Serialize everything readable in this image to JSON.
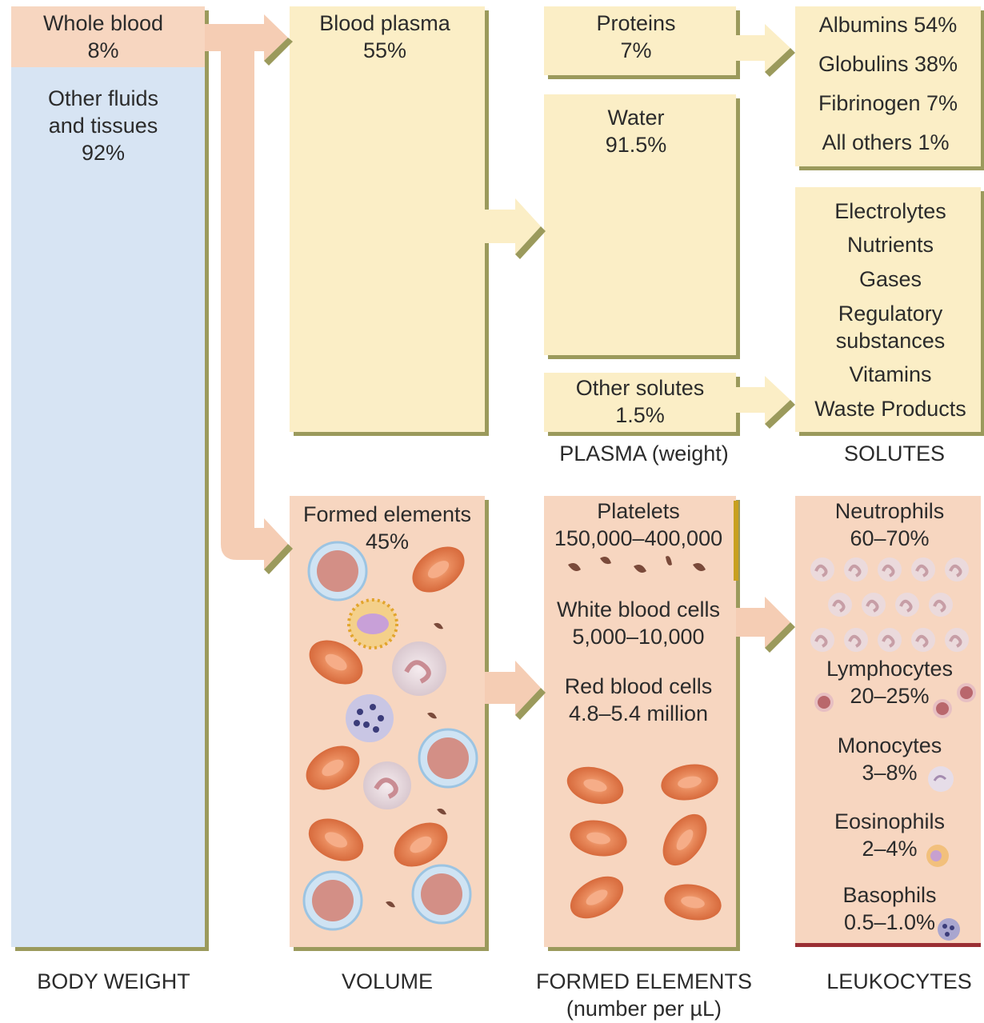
{
  "body_weight": {
    "whole_blood_label": "Whole blood",
    "whole_blood_pct": "8%",
    "other_line1": "Other fluids",
    "other_line2": "and tissues",
    "other_pct": "92%",
    "caption": "BODY WEIGHT"
  },
  "volume": {
    "plasma_label": "Blood plasma",
    "plasma_pct": "55%",
    "formed_label": "Formed elements",
    "formed_pct": "45%",
    "caption": "VOLUME"
  },
  "plasma": {
    "proteins_label": "Proteins",
    "proteins_pct": "7%",
    "water_label": "Water",
    "water_pct": "91.5%",
    "solutes_label": "Other solutes",
    "solutes_pct": "1.5%",
    "caption": "PLASMA (weight)"
  },
  "proteins_breakdown": [
    "Albumins 54%",
    "Globulins 38%",
    "Fibrinogen 7%",
    "All others 1%"
  ],
  "solutes": {
    "items": [
      "Electrolytes",
      "Nutrients",
      "Gases",
      "Regulatory",
      "substances",
      "Vitamins",
      "Waste Products"
    ],
    "caption": "SOLUTES"
  },
  "formed_elements": {
    "platelets_label": "Platelets",
    "platelets_count": "150,000–400,000",
    "wbc_label": "White blood cells",
    "wbc_count": "5,000–10,000",
    "rbc_label": "Red blood cells",
    "rbc_count": "4.8–5.4 million",
    "caption_line1": "FORMED ELEMENTS",
    "caption_line2": "(number per µL)"
  },
  "leukocytes": {
    "neutrophils_label": "Neutrophils",
    "neutrophils_pct": "60–70%",
    "lymphocytes_label": "Lymphocytes",
    "lymphocytes_pct": "20–25%",
    "monocytes_label": "Monocytes",
    "monocytes_pct": "3–8%",
    "eosinophils_label": "Eosinophils",
    "eosinophils_pct": "2–4%",
    "basophils_label": "Basophils",
    "basophils_pct": "0.5–1.0%",
    "caption": "LEUKOCYTES"
  },
  "colors": {
    "cream": "#fbeec6",
    "pink": "#f7d6c0",
    "blue": "#d7e4f3",
    "shadow": "#9b9a5c",
    "rbc": "#e2794a",
    "platelet": "#7a4a3a"
  }
}
